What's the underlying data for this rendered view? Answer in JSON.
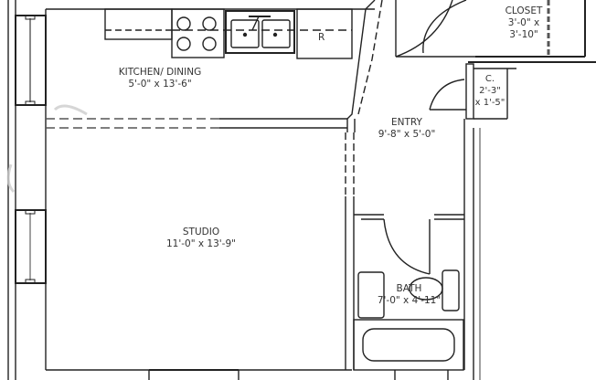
{
  "floor_plan": {
    "type": "studio apartment floor plan",
    "rooms": [
      {
        "id": "kitchen",
        "name": "KITCHEN/ DINING",
        "dimensions": "5'-0\" x 13'-6\""
      },
      {
        "id": "studio",
        "name": "STUDIO",
        "dimensions": "11'-0\" x 13'-9\""
      },
      {
        "id": "entry",
        "name": "ENTRY",
        "dimensions": "9'-8\" x 5'-0\""
      },
      {
        "id": "closet",
        "name": "CLOSET",
        "dimensions_line1": "3'-0\" x",
        "dimensions_line2": "3'-10\""
      },
      {
        "id": "coat_closet",
        "name": "C.",
        "dimensions_line1": "2'-3\"",
        "dimensions_line2": "x 1'-5\""
      },
      {
        "id": "bath",
        "name": "BATH",
        "dimensions": "7'-0\" x 4'-11\""
      }
    ],
    "fixtures": {
      "refrigerator_label": "R"
    },
    "colors": {
      "line": "#222222",
      "background": "#ffffff",
      "watermark": "#cccccc"
    }
  }
}
